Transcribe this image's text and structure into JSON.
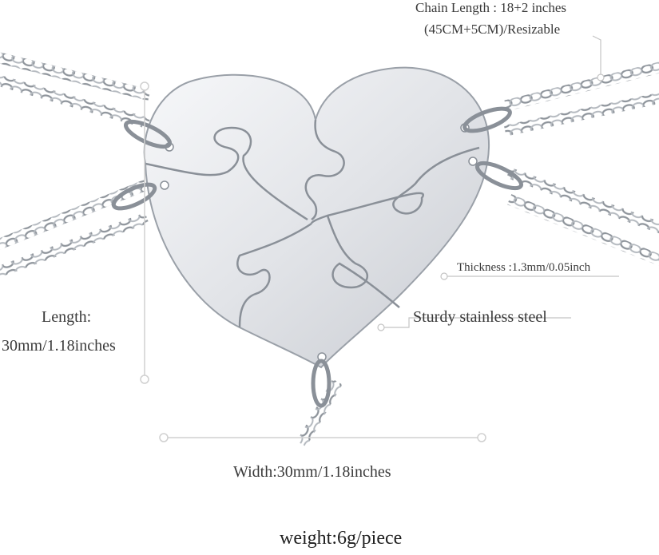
{
  "labels": {
    "chain_length_line1": "Chain Length : 18+2 inches",
    "chain_length_line2": "(45CM+5CM)/Resizable",
    "thickness": "Thickness :1.3mm/0.05inch",
    "material": "Sturdy stainless steel",
    "length_label": "Length:",
    "length_value": "30mm/1.18inches",
    "width": "Width:30mm/1.18inches",
    "weight": "weight:6g/piece"
  },
  "colors": {
    "metal": "#e6e8ec",
    "metal_edge": "#9aa0a8",
    "chain": "#8e949b",
    "dimension_line": "#d0d0d0",
    "text": "#3a3a3a"
  }
}
